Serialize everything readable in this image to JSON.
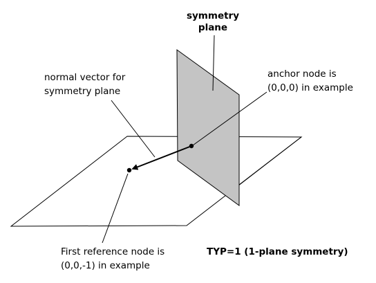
{
  "labels": {
    "symmetry_plane": [
      "symmetry",
      "plane"
    ],
    "normal_vector": [
      "normal vector for",
      "symmetry plane"
    ],
    "anchor_node": [
      "anchor node is",
      "(0,0,0) in example"
    ],
    "reference_node": [
      "First reference node is",
      "(0,0,-1) in example"
    ],
    "typ": "TYP=1 (1-plane symmetry)"
  },
  "colors": {
    "plane_fill": "#c4c4c4",
    "stroke": "#000000",
    "background": "#ffffff"
  }
}
